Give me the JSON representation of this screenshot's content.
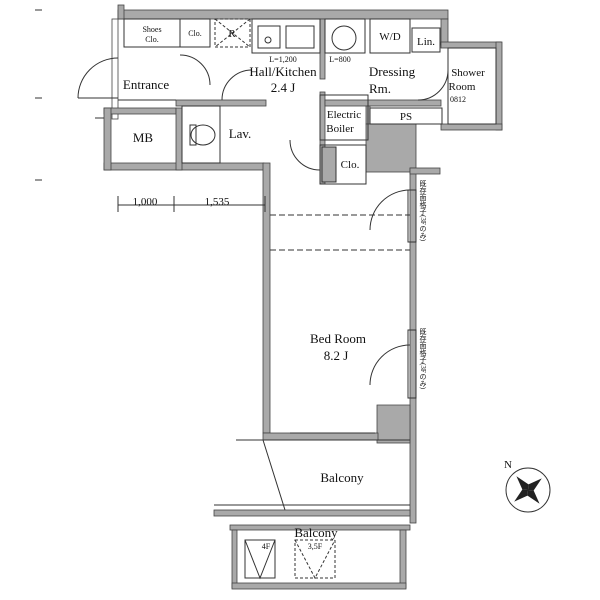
{
  "rooms": {
    "shoes_clo": [
      "Shoes",
      "Clo."
    ],
    "clo_top": "Clo.",
    "r_label": "R",
    "hall_kitchen": [
      "Hall/Kitchen",
      "2.4 J"
    ],
    "l1200": "L=1,200",
    "l800": "L=800",
    "wd": "W/D",
    "lin": "Lin.",
    "entrance": "Entrance",
    "dressing": [
      "Dressing",
      "Rm."
    ],
    "shower": [
      "Shower",
      "Room",
      "0812"
    ],
    "mb": "MB",
    "lav": "Lav.",
    "electric_boiler": [
      "Electric",
      "Boiler"
    ],
    "ps": "PS",
    "clo_mid": "Clo.",
    "bed_room": [
      "Bed Room",
      "8.2 J"
    ],
    "balcony_1": "Balcony",
    "balcony_2": "Balcony",
    "fl_4f": "4F",
    "fl_35f": "3,5F"
  },
  "dimensions": {
    "d1": "1,000",
    "d2": "1,535"
  },
  "window_notes": {
    "upper": "既存面格子(3Fのみ)",
    "lower": "既存面格子(3Fのみ)"
  },
  "compass": {
    "north": "N"
  }
}
